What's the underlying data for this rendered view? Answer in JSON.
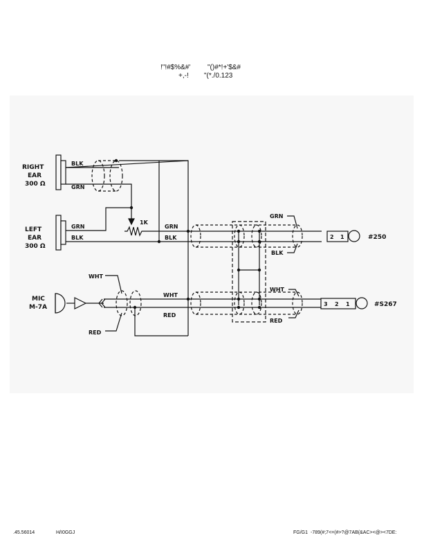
{
  "header": {
    "line1_left": "!\"!#$%&#'",
    "line1_right": "\"()#*!+'$&#",
    "line2_left": "+,-!",
    "line2_right": "\"(*./0.123"
  },
  "footer": {
    "left_code": ".45.56014",
    "left_ref": "H/I0GGJ",
    "right_code": "FG/G1",
    "right_ref": "-789(#;7<=(#>?@7AB(&AC><@><7DE:"
  },
  "diagram": {
    "right_ear": {
      "name": "RIGHT",
      "sub": "EAR",
      "ohms": "300 Ω"
    },
    "left_ear": {
      "name": "LEFT",
      "sub": "EAR",
      "ohms": "300 Ω"
    },
    "mic": {
      "name": "MIC",
      "model": "M-7A"
    },
    "wire_blk": "BLK",
    "wire_grn": "GRN",
    "wire_wht": "WHT",
    "wire_red": "RED",
    "pot_value": "1K",
    "plug_top_label": "#250",
    "plug_bottom_label": "#S267",
    "plug_top_pins": [
      "2",
      "1"
    ],
    "plug_bottom_pins": [
      "3",
      "2",
      "1"
    ]
  }
}
